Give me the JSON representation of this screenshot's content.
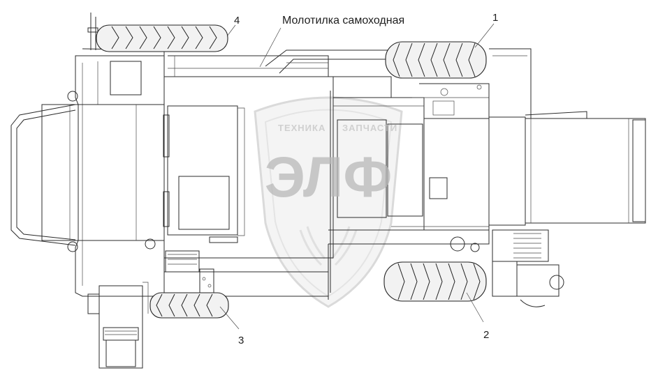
{
  "title": "Молотилка самоходная",
  "callouts": [
    {
      "id": "1",
      "text": "1"
    },
    {
      "id": "2",
      "text": "2"
    },
    {
      "id": "3",
      "text": "3"
    },
    {
      "id": "4",
      "text": "4"
    }
  ],
  "watermark": {
    "line1": "ТЕХНИКА",
    "line2": "ЗАПЧАСТИ",
    "logo": "ЭЛФ"
  }
}
